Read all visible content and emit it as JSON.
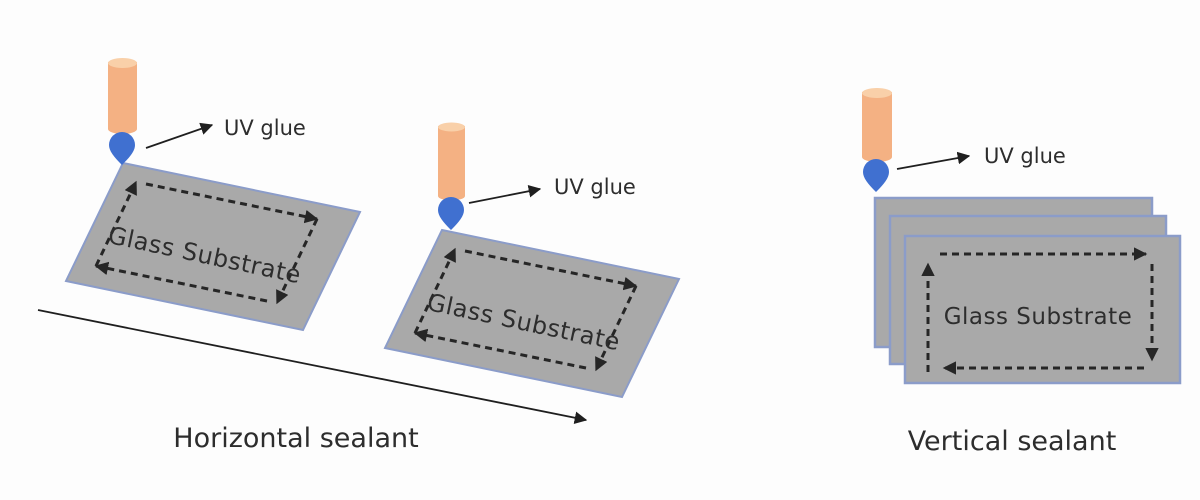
{
  "colors": {
    "background": "#fdfdfd",
    "plate_fill": "#a9a9a9",
    "plate_border": "#8b9cc9",
    "nozzle_body": "#f4b183",
    "nozzle_top": "#f9d0a9",
    "glue_drop": "#4070d0",
    "dash": "#262626",
    "arrow": "#1f1f1f",
    "text": "#2d2d2d"
  },
  "horizontal_section": {
    "caption": "Horizontal sealant",
    "substrates": [
      {
        "label": "Glass Substrate",
        "glue_label": "UV glue"
      },
      {
        "label": "Glass Substrate",
        "glue_label": "UV glue"
      }
    ]
  },
  "vertical_section": {
    "caption": "Vertical sealant",
    "stack_count": 3,
    "substrate_label": "Glass Substrate",
    "glue_label": "UV glue"
  }
}
